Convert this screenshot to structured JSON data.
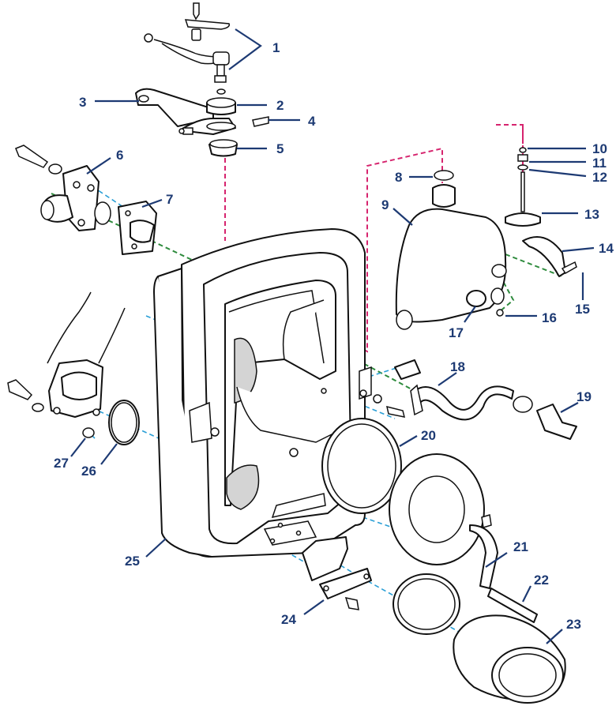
{
  "colors": {
    "callout": "#1d3a73",
    "leader": "#1d3a73",
    "alignment_pink": "#d6246e",
    "alignment_green": "#2e8b3d",
    "alignment_blue": "#2a9fd6",
    "outline": "#111111",
    "shade": "#d4d4d4"
  },
  "callouts": [
    {
      "id": "1",
      "label": "1"
    },
    {
      "id": "2",
      "label": "2"
    },
    {
      "id": "3",
      "label": "3"
    },
    {
      "id": "4",
      "label": "4"
    },
    {
      "id": "5",
      "label": "5"
    },
    {
      "id": "6",
      "label": "6"
    },
    {
      "id": "7",
      "label": "7"
    },
    {
      "id": "8",
      "label": "8"
    },
    {
      "id": "9",
      "label": "9"
    },
    {
      "id": "10",
      "label": "10"
    },
    {
      "id": "11",
      "label": "11"
    },
    {
      "id": "12",
      "label": "12"
    },
    {
      "id": "13",
      "label": "13"
    },
    {
      "id": "14",
      "label": "14"
    },
    {
      "id": "15",
      "label": "15"
    },
    {
      "id": "16",
      "label": "16"
    },
    {
      "id": "17",
      "label": "17"
    },
    {
      "id": "18",
      "label": "18"
    },
    {
      "id": "19",
      "label": "19"
    },
    {
      "id": "20",
      "label": "20"
    },
    {
      "id": "21",
      "label": "21"
    },
    {
      "id": "22",
      "label": "22"
    },
    {
      "id": "23",
      "label": "23"
    },
    {
      "id": "24",
      "label": "24"
    },
    {
      "id": "25",
      "label": "25"
    },
    {
      "id": "26",
      "label": "26"
    },
    {
      "id": "27",
      "label": "27"
    }
  ]
}
